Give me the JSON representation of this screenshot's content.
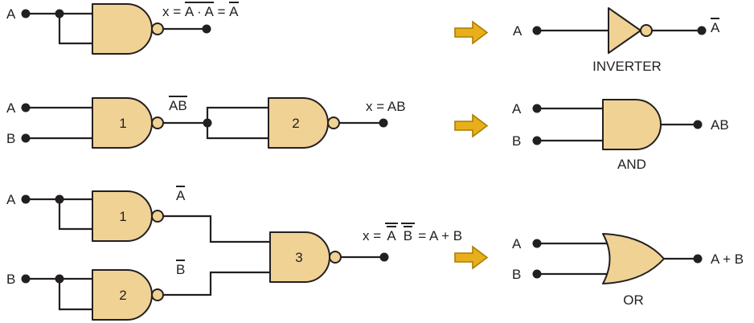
{
  "colors": {
    "gate_fill": "#f0d295",
    "outline": "#231f20",
    "arrow_fill": "#e9ae1b",
    "arrow_outline": "#a87e00"
  },
  "row1": {
    "input_a": "A",
    "formula": {
      "p1": "x = ",
      "bar1": "A · A",
      "p2": " = ",
      "bar2": "A"
    },
    "equiv": {
      "input_a": "A",
      "output_bar": "A",
      "caption": "INVERTER"
    }
  },
  "row2": {
    "input_a": "A",
    "input_b": "B",
    "gate1_label": "1",
    "gate2_label": "2",
    "mid_bar": "AB",
    "output_formula": "x = AB",
    "equiv": {
      "input_a": "A",
      "input_b": "B",
      "output": "AB",
      "caption": "AND"
    }
  },
  "row3": {
    "input_a": "A",
    "input_b": "B",
    "gate1_label": "1",
    "gate2_label": "2",
    "gate3_label": "3",
    "gate1_out_bar": "A",
    "gate2_out_bar": "B",
    "formula": {
      "p1": "x = ",
      "dbar1": "A",
      "dbar2": "B",
      "p2": " = A + B"
    },
    "equiv": {
      "input_a": "A",
      "input_b": "B",
      "output": "A + B",
      "caption": "OR"
    }
  }
}
